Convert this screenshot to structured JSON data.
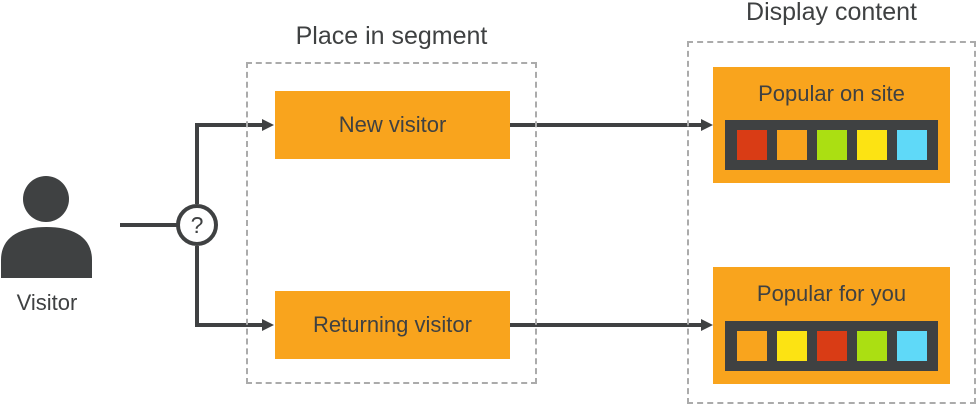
{
  "visitor": {
    "label": "Visitor"
  },
  "decision": {
    "symbol": "?"
  },
  "segment": {
    "title": "Place in segment",
    "boxes": [
      {
        "label": "New visitor"
      },
      {
        "label": "Returning visitor"
      }
    ]
  },
  "display": {
    "title": "Display content",
    "cards": [
      {
        "title": "Popular on site",
        "squares": [
          "#D93C15",
          "#F9A41D",
          "#ABDF12",
          "#FCE313",
          "#5FD9F8"
        ]
      },
      {
        "title": "Popular for you",
        "squares": [
          "#F9A41D",
          "#FCE313",
          "#D93C15",
          "#ABDF12",
          "#5FD9F8"
        ]
      }
    ]
  },
  "colors": {
    "accent_orange": "#F9A41D",
    "dark": "#3F4142",
    "dashed_border": "#ABABAB",
    "background": "#FFFFFF"
  }
}
